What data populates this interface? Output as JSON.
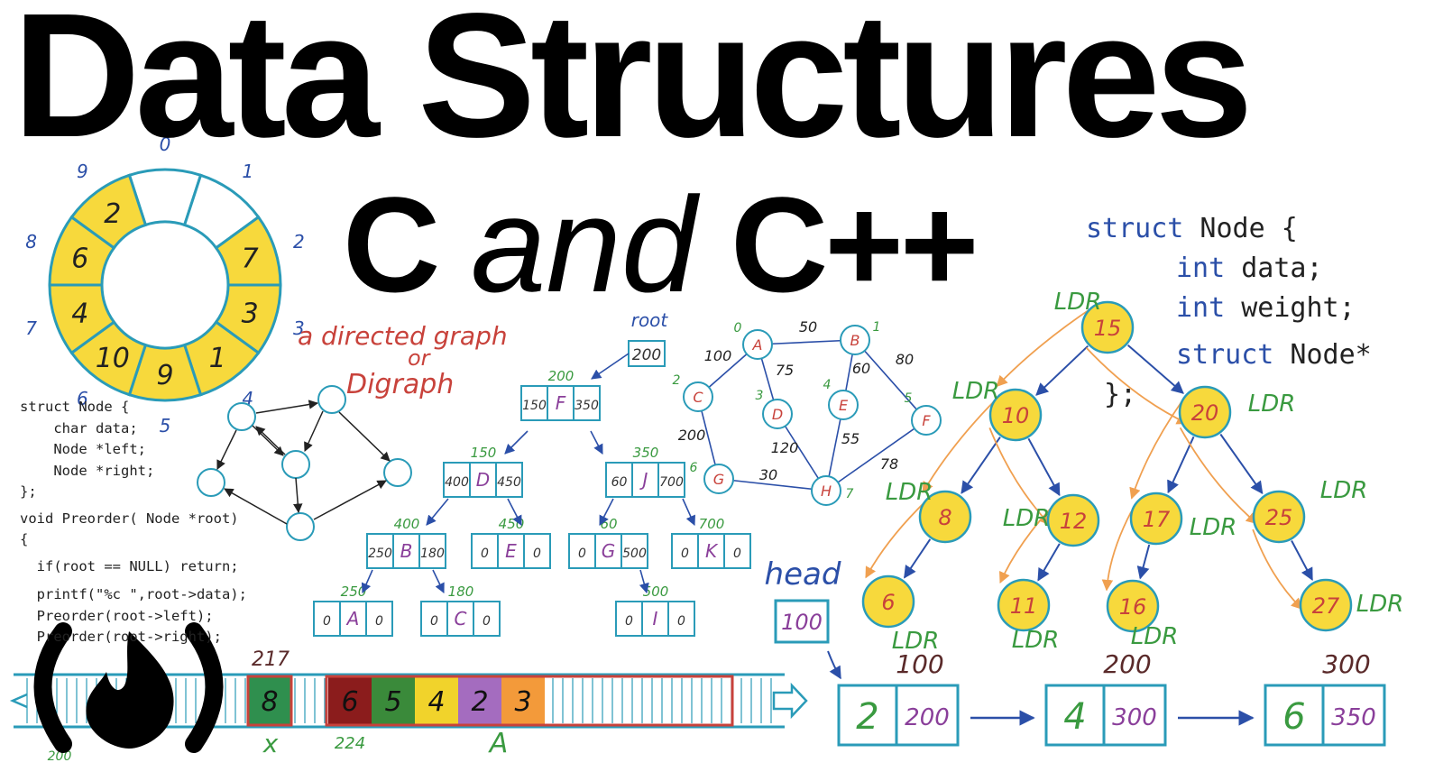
{
  "title": "Data Structures",
  "subtitle": {
    "c1": "C",
    "and": "and",
    "c2": "C++"
  },
  "code_left": [
    "struct Node {",
    "    char data;",
    "    Node *left;",
    "    Node *right;",
    "};",
    "void Preorder( Node *root)",
    "{",
    "  if(root == NULL) return;",
    "  printf(\"%c \",root->data);",
    "  Preorder(root->left);",
    "  Preorder(root->right);"
  ],
  "code_right": {
    "line1_kw": "struct",
    "line1_rest": " Node {",
    "line2_kw": "int",
    "line2_rest": " data;",
    "line3_kw": "int",
    "line3_rest": " weight;",
    "line4_kw": "struct",
    "line4_rest": " Node*",
    "line5": "};"
  },
  "circular_queue": {
    "slots": [
      "",
      "",
      "7",
      "3",
      "1",
      "9",
      "10",
      "4",
      "6",
      "2"
    ],
    "indices": [
      "0",
      "1",
      "2",
      "3",
      "4",
      "5",
      "6",
      "7",
      "8",
      "9"
    ]
  },
  "digraph_label": [
    "a directed graph",
    "or",
    "Digraph"
  ],
  "bst_labels": {
    "root": "root",
    "root_addr": "200",
    "nodes": [
      {
        "addr": "200",
        "left": "150",
        "val": "F",
        "right": "350"
      },
      {
        "addr": "150",
        "left": "400",
        "val": "D",
        "right": "450"
      },
      {
        "addr": "350",
        "left": "60",
        "val": "J",
        "right": "700"
      },
      {
        "addr": "400",
        "left": "250",
        "val": "B",
        "right": "180"
      },
      {
        "addr": "450",
        "left": "0",
        "val": "E",
        "right": "0"
      },
      {
        "addr": "60",
        "left": "0",
        "val": "G",
        "right": "500"
      },
      {
        "addr": "700",
        "left": "0",
        "val": "K",
        "right": "0"
      },
      {
        "addr": "250",
        "left": "0",
        "val": "A",
        "right": "0"
      },
      {
        "addr": "180",
        "left": "0",
        "val": "C",
        "right": "0"
      },
      {
        "addr": "500",
        "left": "0",
        "val": "I",
        "right": "0"
      }
    ]
  },
  "weighted_graph": {
    "nodes": [
      "A",
      "B",
      "C",
      "D",
      "E",
      "F",
      "G",
      "H"
    ],
    "node_ids": [
      "0",
      "1",
      "2",
      "3",
      "4",
      "5",
      "6",
      "7"
    ],
    "weights": [
      "50",
      "100",
      "75",
      "60",
      "80",
      "200",
      "120",
      "55",
      "30",
      "78"
    ]
  },
  "binary_tree": {
    "values": [
      "15",
      "10",
      "20",
      "8",
      "12",
      "17",
      "25",
      "6",
      "11",
      "16",
      "27"
    ],
    "tag": "LDR"
  },
  "linked_list": {
    "head_label": "head",
    "head_value": "100",
    "nodes": [
      {
        "addr": "100",
        "data": "2",
        "next": "200"
      },
      {
        "addr": "200",
        "data": "4",
        "next": "300"
      },
      {
        "addr": "300",
        "data": "6",
        "next": "350"
      }
    ]
  },
  "memory_strip": {
    "x_addr": "217",
    "x_value": "8",
    "x_label": "x",
    "a_addr": "224",
    "a_values": [
      "6",
      "5",
      "4",
      "2",
      "3"
    ],
    "a_label": "A",
    "start_addr": "200"
  },
  "colors": {
    "yellow": "#f7d93c",
    "blue": "#2b4fa8",
    "teal": "#2a9bb8",
    "orange": "#f0a050",
    "green": "#3a9a40",
    "red": "#c8423b",
    "purple": "#8a3f9a"
  }
}
